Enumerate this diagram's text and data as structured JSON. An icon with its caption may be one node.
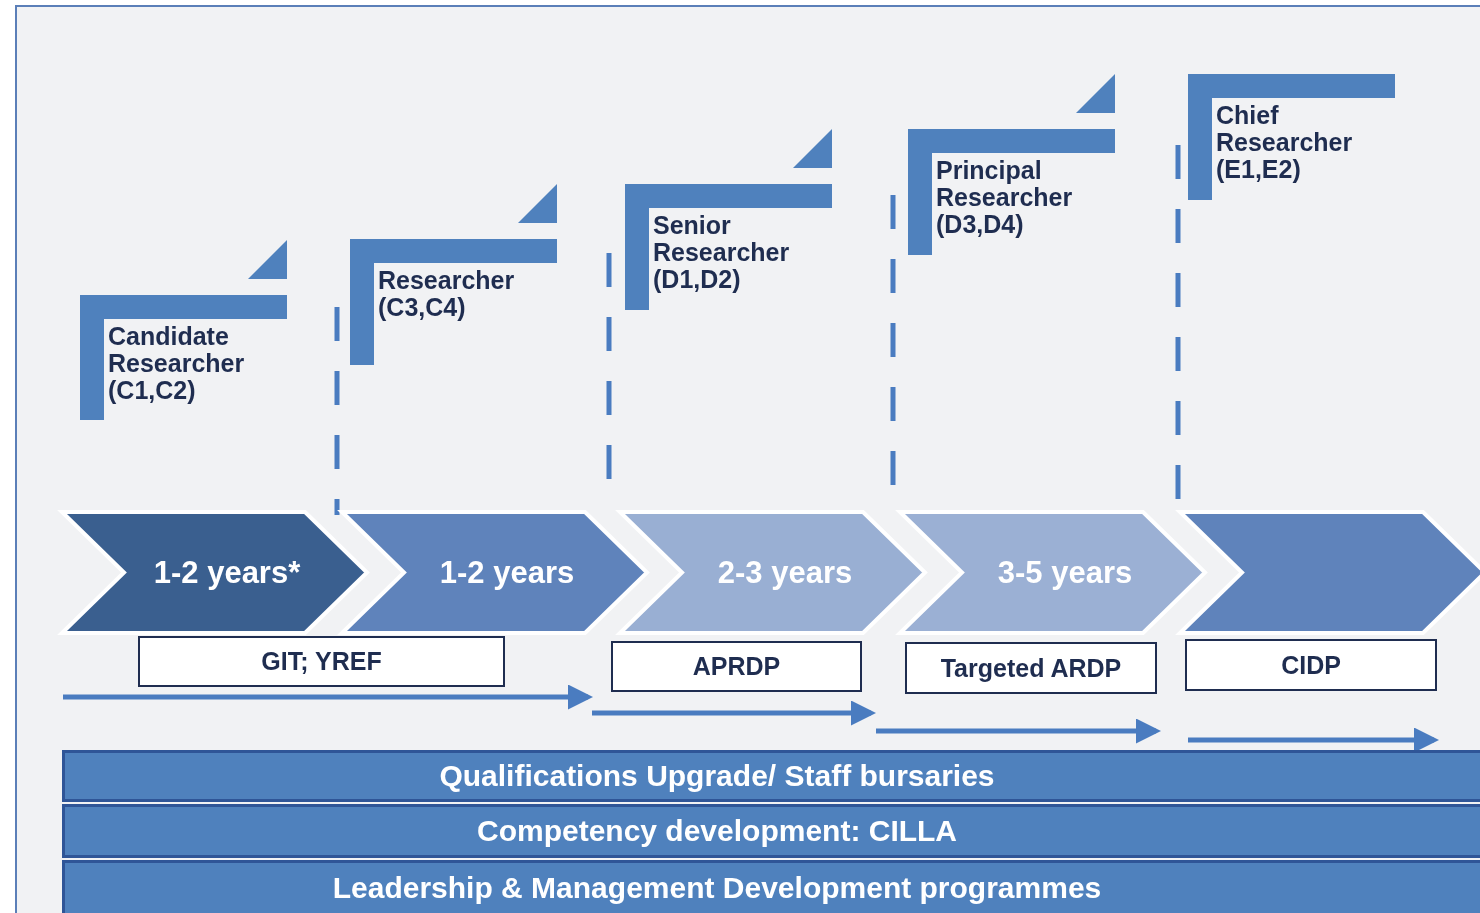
{
  "diagram": {
    "nodes": [
      {
        "text": [
          "Candidate Researcher (C1,C2)"
        ]
      },
      {
        "text": [
          "Researcher (C3,C4)"
        ]
      },
      {
        "text": [
          "Senior Researcher (D1,D2)"
        ]
      },
      {
        "text": [
          "Principal Researcher (D3,D4)"
        ]
      },
      {
        "text": [
          "Chief Researcher (E1,E2)"
        ]
      },
      {
        "text": [
          "1-2 years*"
        ]
      },
      {
        "text": [
          "1-2 years"
        ]
      },
      {
        "text": [
          "2-3 years"
        ]
      },
      {
        "text": [
          "3-5 years"
        ]
      },
      {
        "text": [],
        "shape": "chevron"
      },
      {
        "text": [
          "GIT; YREF"
        ]
      },
      {
        "text": [
          "APRDP"
        ]
      },
      {
        "text": [
          "Targeted ARDP"
        ]
      },
      {
        "text": [
          "CIDP"
        ]
      },
      {
        "text": [
          "Qualifications Upgrade/ Staff bursaries"
        ]
      },
      {
        "text": [
          "Competency development: CILLA"
        ]
      },
      {
        "text": [
          "Leadership & Management Development programmes"
        ]
      }
    ],
    "edges": []
  }
}
